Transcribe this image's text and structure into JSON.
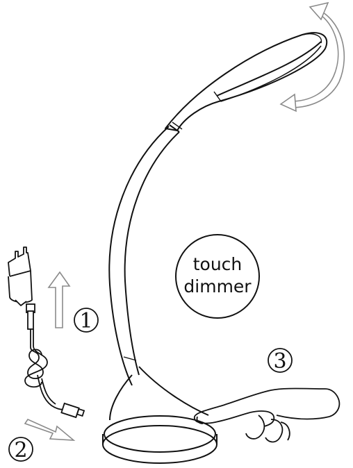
{
  "dimmer_badge": {
    "line1": "touch",
    "line2": "dimmer"
  },
  "steps": [
    {
      "number": "1"
    },
    {
      "number": "2"
    },
    {
      "number": "3"
    }
  ],
  "colors": {
    "ink": "#111111",
    "background": "#ffffff",
    "arrow_stroke": "#8a8a8a"
  }
}
